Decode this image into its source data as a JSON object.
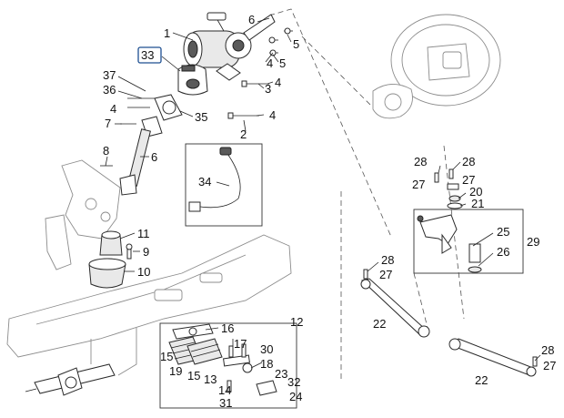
{
  "diagram": {
    "callouts": [
      {
        "label": "1"
      },
      {
        "label": "33"
      },
      {
        "label": "6"
      },
      {
        "label": "5"
      },
      {
        "label": "4"
      },
      {
        "label": "5"
      },
      {
        "label": "3"
      },
      {
        "label": "4"
      },
      {
        "label": "37"
      },
      {
        "label": "36"
      },
      {
        "label": "4"
      },
      {
        "label": "7"
      },
      {
        "label": "35"
      },
      {
        "label": "4"
      },
      {
        "label": "2"
      },
      {
        "label": "8"
      },
      {
        "label": "6"
      },
      {
        "label": "34"
      },
      {
        "label": "11"
      },
      {
        "label": "9"
      },
      {
        "label": "10"
      },
      {
        "label": "12"
      },
      {
        "label": "16"
      },
      {
        "label": "15"
      },
      {
        "label": "19"
      },
      {
        "label": "15"
      },
      {
        "label": "13"
      },
      {
        "label": "17"
      },
      {
        "label": "30"
      },
      {
        "label": "18"
      },
      {
        "label": "14"
      },
      {
        "label": "23"
      },
      {
        "label": "32"
      },
      {
        "label": "24"
      },
      {
        "label": "31"
      },
      {
        "label": "28"
      },
      {
        "label": "28"
      },
      {
        "label": "27"
      },
      {
        "label": "27"
      },
      {
        "label": "20"
      },
      {
        "label": "21"
      },
      {
        "label": "25"
      },
      {
        "label": "26"
      },
      {
        "label": "29"
      },
      {
        "label": "28"
      },
      {
        "label": "27"
      },
      {
        "label": "22"
      },
      {
        "label": "22"
      },
      {
        "label": "28"
      },
      {
        "label": "27"
      }
    ],
    "highlighted_callout": "33",
    "accent_color": "#1d4f91"
  }
}
